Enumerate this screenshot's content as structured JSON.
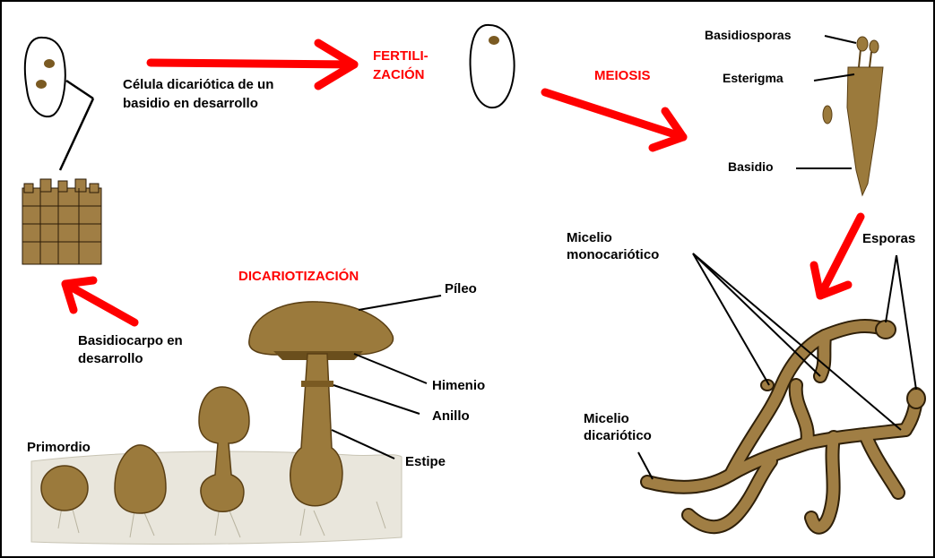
{
  "labels": {
    "celula_line1": "Célula dicariótica de un",
    "celula_line2": "basidio en desarrollo",
    "fertil_line1": "FERTILI-",
    "fertil_line2": "ZACIÓN",
    "meiosis": "MEIOSIS",
    "basidiosporas": "Basidiosporas",
    "esterigma": "Esterigma",
    "basidio": "Basidio",
    "micelio_mono_line1": "Micelio",
    "micelio_mono_line2": "monocariótico",
    "esporas": "Esporas",
    "dicariotizacion": "DICARIOTIZACIÓN",
    "pileo": "Píleo",
    "basidiocarpo_line1": "Basidiocarpo en",
    "basidiocarpo_line2": "desarrollo",
    "himenio": "Himenio",
    "anillo": "Anillo",
    "primordio": "Primordio",
    "estipe": "Estipe",
    "micelio_di_line1": "Micelio",
    "micelio_di_line2": "dicariótico"
  },
  "colors": {
    "arrow": "#ff0000",
    "fungus": "#9b7a3c",
    "fungus_dark": "#4a3310",
    "soil": "#e9e6dc"
  }
}
